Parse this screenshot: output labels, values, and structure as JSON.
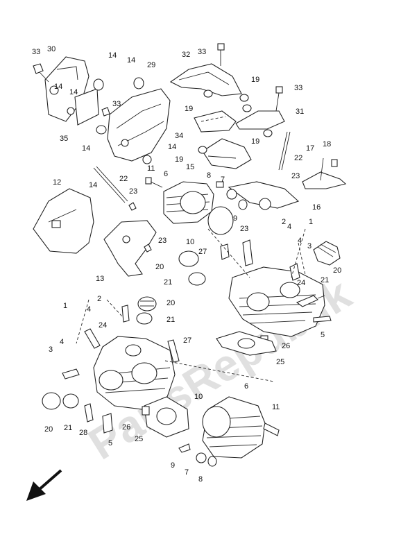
{
  "watermark": "PartsRepublik",
  "callouts": [
    "1",
    "2",
    "3",
    "4",
    "5",
    "6",
    "7",
    "8",
    "9",
    "10",
    "11",
    "12",
    "13",
    "14",
    "15",
    "16",
    "17",
    "18",
    "19",
    "20",
    "21",
    "22",
    "23",
    "24",
    "25",
    "26",
    "27",
    "28",
    "29",
    "30",
    "31",
    "32",
    "33",
    "34",
    "35"
  ],
  "direction_arrow": "front-direction-arrow-icon"
}
